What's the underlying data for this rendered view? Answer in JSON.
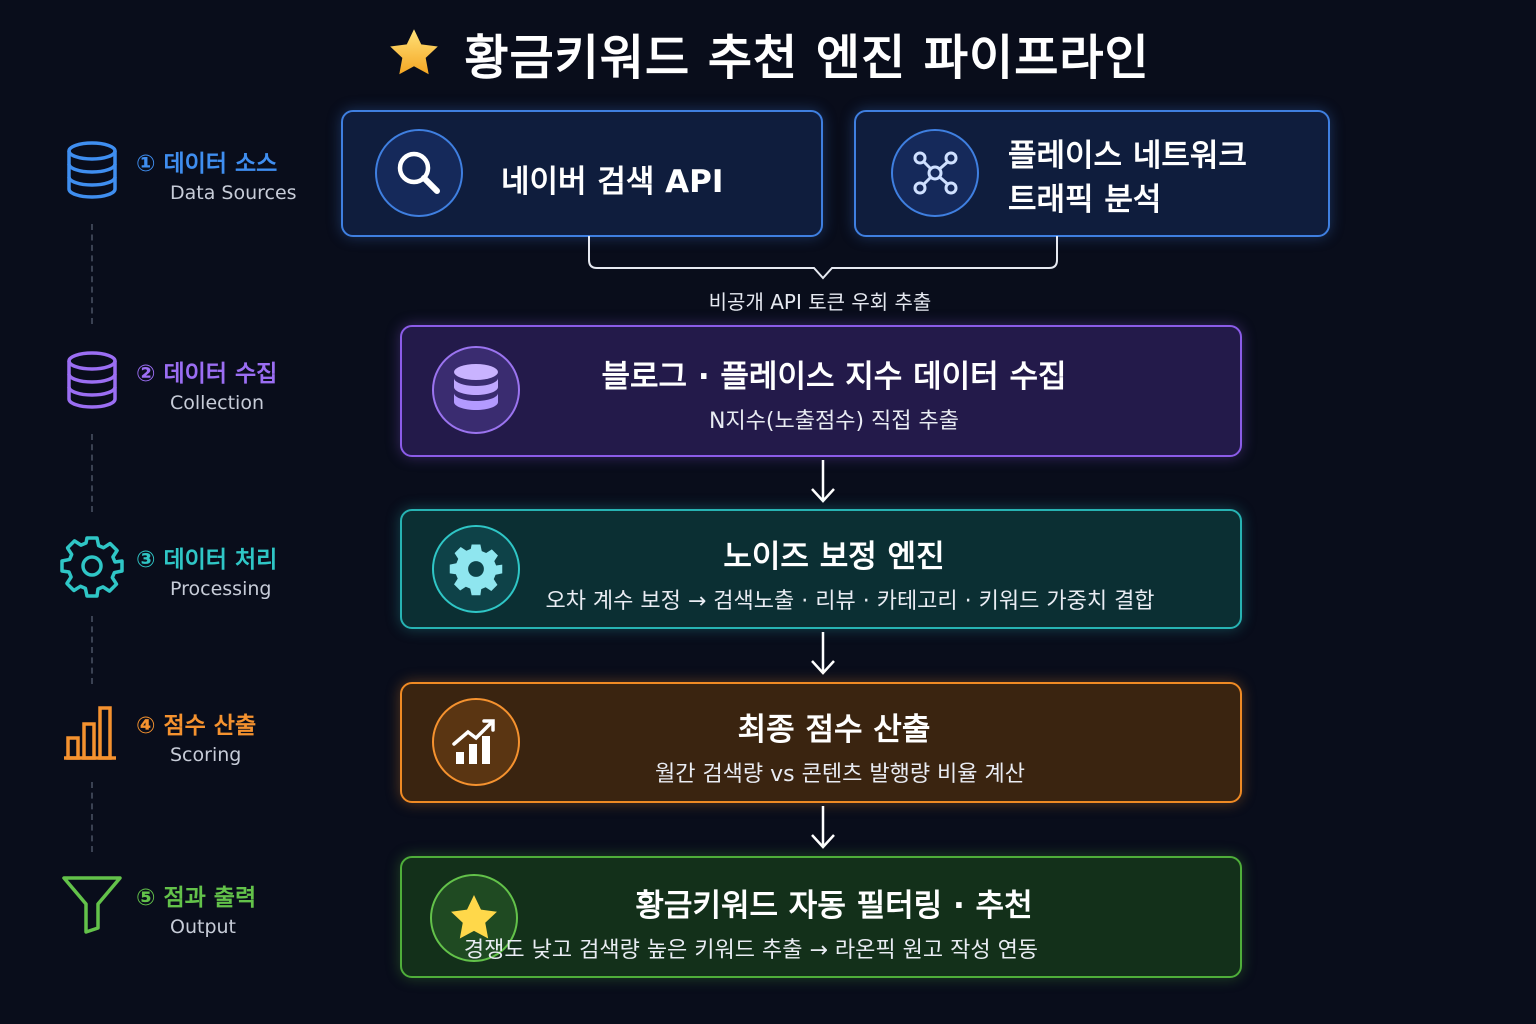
{
  "title": "황금키워드 추천 엔진 파이프라인",
  "steps": [
    {
      "label": "① 데이터 소스",
      "sub": "Data Sources",
      "color": "#3f8ef0",
      "icon": "database-icon"
    },
    {
      "label": "② 데이터 수집",
      "sub": "Collection",
      "color": "#9b6ef3",
      "icon": "database-icon"
    },
    {
      "label": "③ 데이터 처리",
      "sub": "Processing",
      "color": "#2fc6c6",
      "icon": "gear-icon"
    },
    {
      "label": "④ 점수 산출",
      "sub": "Scoring",
      "color": "#f5922f",
      "icon": "bar-chart-icon"
    },
    {
      "label": "⑤ 점과 출력",
      "sub": "Output",
      "color": "#63c24a",
      "icon": "funnel-icon"
    }
  ],
  "sources": {
    "naver": {
      "label": "네이버 검색 API",
      "icon": "search-icon"
    },
    "place": {
      "line1": "플레이스 네트워크",
      "line2": "트래픽 분석",
      "icon": "network-icon"
    },
    "connector_label": "비공개 API 토큰 우회 추출"
  },
  "collection": {
    "title": "블로그 · 플레이스 지수 데이터 수집",
    "desc": "N지수(노출점수) 직접 추출",
    "icon": "database-icon"
  },
  "processing": {
    "title": "노이즈 보정 엔진",
    "desc": "오차 계수 보정 → 검색노출 · 리뷰 · 카테고리 · 키워드 가중치 결합",
    "icon": "gear-icon"
  },
  "scoring": {
    "title": "최종 점수 산출",
    "desc": "월간 검색량 vs 콘텐츠 발행량 비율 계산",
    "icon": "trend-chart-icon"
  },
  "output": {
    "title": "황금키워드 자동 필터링 · 추천",
    "desc": "경쟁도 낮고 검색량 높은 키워드 추출 → 라온픽 원고 작성 연동",
    "icon": "star-icon"
  }
}
